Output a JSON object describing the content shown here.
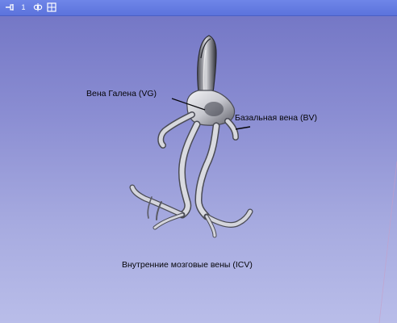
{
  "toolbar": {
    "pin_icon": "pin-icon",
    "view_number": "1",
    "link_icon": "link-icon",
    "layout_icon": "layout-icon"
  },
  "scene": {
    "background_top": "#7174c4",
    "background_bottom": "#b9bde9",
    "vessel_color": "#c8c9cf",
    "annotations": {
      "vg": "Вена Галена  (VG)",
      "bv": "Базальная вена (BV)",
      "icv": "Внутренние мозговые вены (ICV)"
    }
  }
}
